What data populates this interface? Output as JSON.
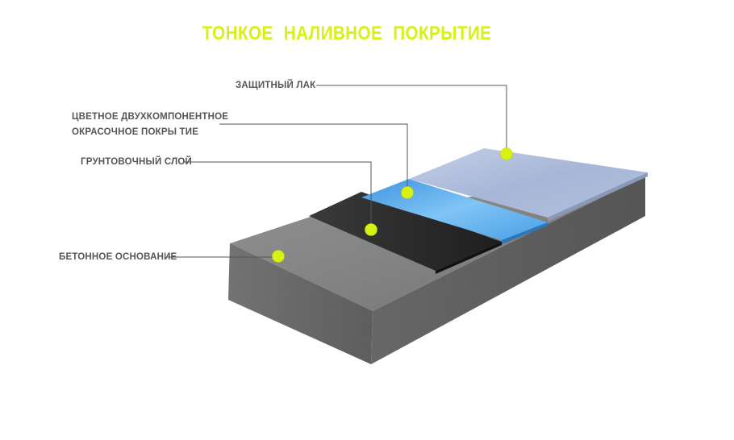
{
  "title": "ТОНКОЕ   НАЛИВНОЕ   ПОКРЫТИЕ",
  "colors": {
    "title": "#d7f212",
    "marker": "#d7f212",
    "leader_line": "#555555",
    "label_text": "#555555",
    "concrete": "#7a7a7a",
    "primer": "#2c2c2c",
    "color_coat": "#5aa8e8",
    "lacquer": "#a9b8d6"
  },
  "layers": [
    {
      "id": "lacquer",
      "label": "ЗАЩИТНЫЙ ЛАК"
    },
    {
      "id": "color-coat",
      "label_line1": "ЦВЕТНОЕ  ДВУХКОМПОНЕНТНОЕ",
      "label_line2": "ОКРАСОЧНОЕ ПОКРЫ ТИЕ"
    },
    {
      "id": "primer",
      "label": "ГРУНТОВОЧНЫЙ СЛОЙ"
    },
    {
      "id": "concrete",
      "label": "БЕТОННОЕ  ОСНОВАНИЕ"
    }
  ]
}
